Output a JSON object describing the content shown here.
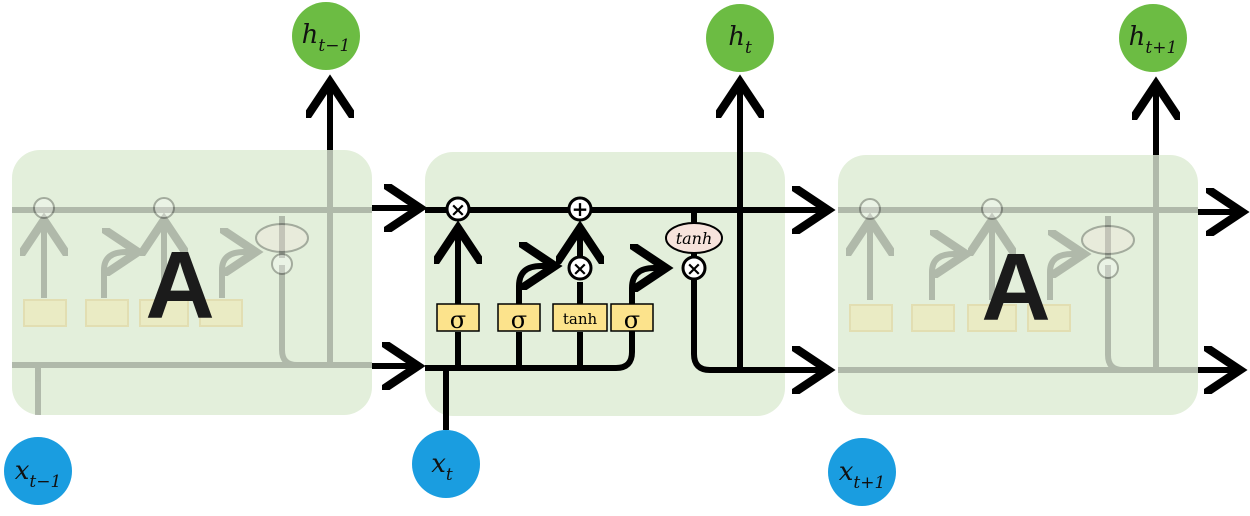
{
  "colors": {
    "cell_fill": "#e3efdb",
    "gate_fill": "#fce38c",
    "gate_border": "#e0b64a",
    "input_node": "#1a9de0",
    "output_node": "#6cbc43",
    "wire": "#000000",
    "pointwise_fill": "#f7e3dc"
  },
  "cells": {
    "left": {
      "label": "A"
    },
    "right": {
      "label": "A"
    }
  },
  "gates": {
    "forget": "σ",
    "input": "σ",
    "candidate": "tanh",
    "output": "σ"
  },
  "ops": {
    "multiply": "×",
    "add": "+",
    "tanh": "tanh"
  },
  "nodes": {
    "inputs": [
      {
        "base": "x",
        "sub": "t−1"
      },
      {
        "base": "x",
        "sub": "t"
      },
      {
        "base": "x",
        "sub": "t+1"
      }
    ],
    "outputs": [
      {
        "base": "h",
        "sub": "t−1"
      },
      {
        "base": "h",
        "sub": "t"
      },
      {
        "base": "h",
        "sub": "t+1"
      }
    ]
  }
}
